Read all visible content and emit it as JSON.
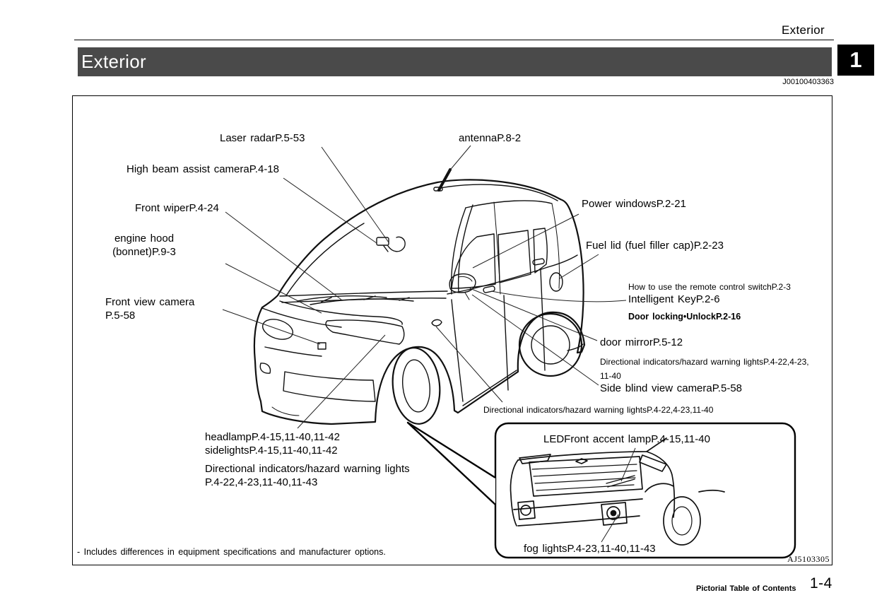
{
  "header": {
    "eyebrow": "Exterior",
    "title": "Exterior",
    "chapter": "1",
    "doc_code": "J00100403363"
  },
  "diagram": {
    "figure_code": "AJ5103305",
    "note": "- Includes differences in equipment specifications and manufacturer options.",
    "callouts": {
      "laser_radar": "Laser radarP.5-53",
      "high_beam": "High beam assist cameraP.4-18",
      "front_wiper": "Front wiperP.4-24",
      "engine_hood_1": "engine hood",
      "engine_hood_2": "(bonnet)P.9-3",
      "front_view_camera_1": "Front view camera",
      "front_view_camera_2": "P.5-58",
      "antenna": "antennaP.8-2",
      "power_windows": "Power windowsP.2-21",
      "fuel_lid": "Fuel lid (fuel filler cap)P.2-23",
      "remote_switch": "How to use the remote control switchP.2-3",
      "intelligent_key": "Intelligent KeyP.2-6",
      "door_locking": "Door locking•UnlockP.2-16",
      "door_mirror": "door mirrorP.5-12",
      "dir_ind_right_1": "Directional indicators/hazard warning lightsP.4-22,4-23,",
      "dir_ind_right_2": "11-40",
      "side_blind": "Side blind view cameraP.5-58",
      "dir_ind_bottom": "Directional indicators/hazard warning lightsP.4-22,4-23,11-40",
      "headlamp": "headlampP.4-15,11-40,11-42",
      "sidelights": "sidelightsP.4-15,11-40,11-42",
      "dir_ind_front_small": "Directional indicators/hazard warning lights",
      "dir_ind_front_pages": "P.4-22,4-23,11-40,11-43"
    },
    "inset": {
      "led_accent": "LEDFront accent lampP.4-15,11-40",
      "fog_lights": "fog lightsP.4-23,11-40,11-43"
    }
  },
  "footer": {
    "label": "Pictorial Table of Contents",
    "page": "1-4"
  },
  "colors": {
    "header_bar": "#4a4a4a",
    "chapter_box": "#000000",
    "ink": "#1a1a1a"
  }
}
